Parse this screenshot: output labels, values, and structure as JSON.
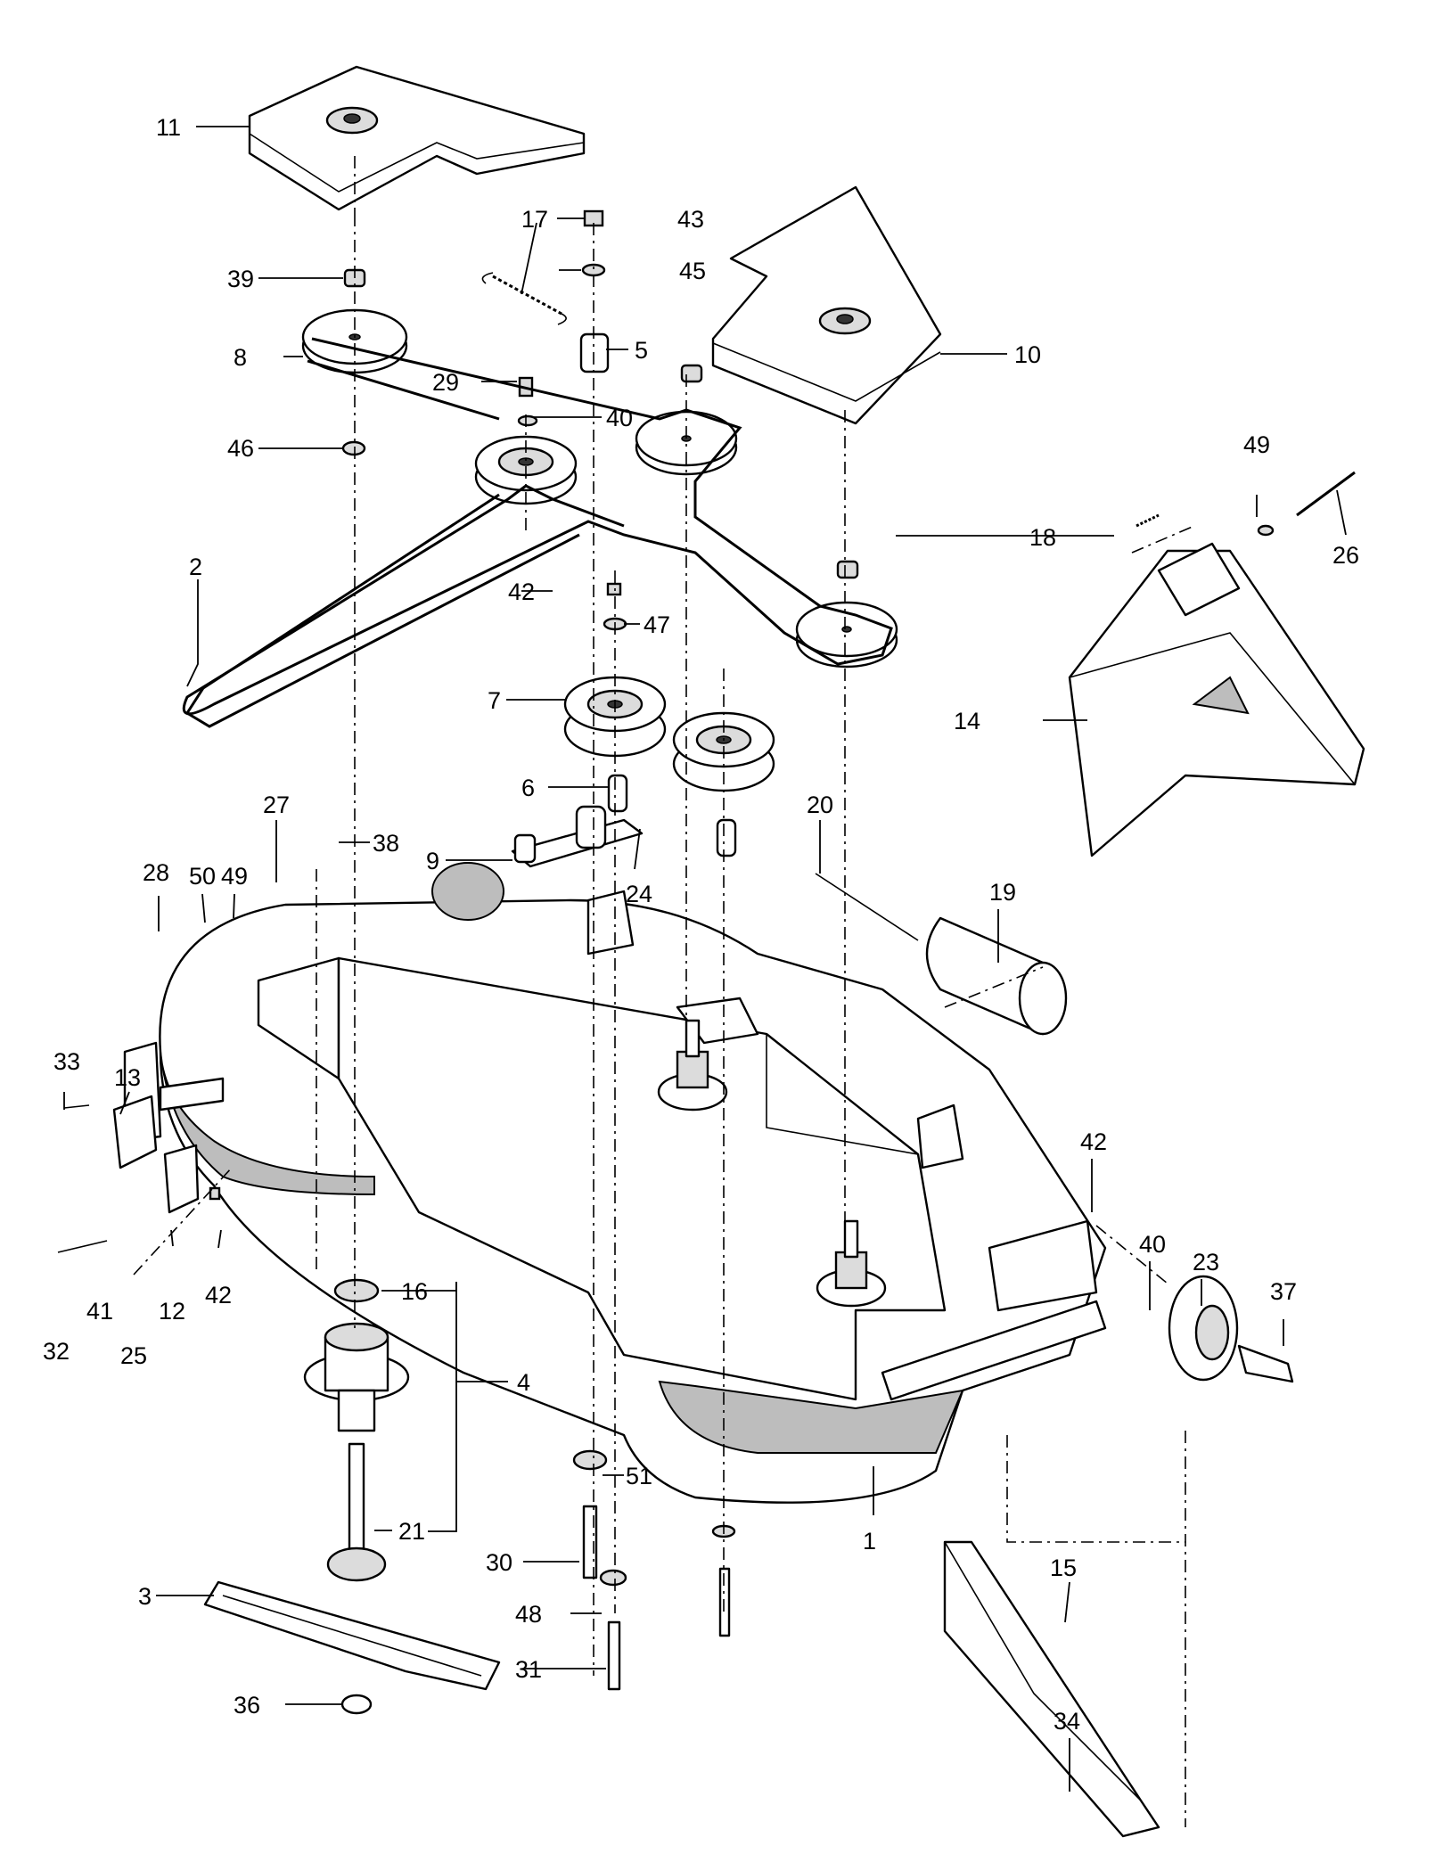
{
  "callouts": [
    {
      "id": "1",
      "text": "1"
    },
    {
      "id": "2",
      "text": "2"
    },
    {
      "id": "3",
      "text": "3"
    },
    {
      "id": "4",
      "text": "4"
    },
    {
      "id": "5",
      "text": "5"
    },
    {
      "id": "6",
      "text": "6"
    },
    {
      "id": "7",
      "text": "7"
    },
    {
      "id": "8",
      "text": "8"
    },
    {
      "id": "9",
      "text": "9"
    },
    {
      "id": "10",
      "text": "10"
    },
    {
      "id": "11",
      "text": "11"
    },
    {
      "id": "12",
      "text": "12"
    },
    {
      "id": "13",
      "text": "13"
    },
    {
      "id": "14",
      "text": "14"
    },
    {
      "id": "15",
      "text": "15"
    },
    {
      "id": "16",
      "text": "16"
    },
    {
      "id": "17",
      "text": "17"
    },
    {
      "id": "18",
      "text": "18"
    },
    {
      "id": "19",
      "text": "19"
    },
    {
      "id": "20",
      "text": "20"
    },
    {
      "id": "21",
      "text": "21"
    },
    {
      "id": "23",
      "text": "23"
    },
    {
      "id": "24",
      "text": "24"
    },
    {
      "id": "25",
      "text": "25"
    },
    {
      "id": "26",
      "text": "26"
    },
    {
      "id": "27",
      "text": "27"
    },
    {
      "id": "28",
      "text": "28"
    },
    {
      "id": "29",
      "text": "29"
    },
    {
      "id": "30",
      "text": "30"
    },
    {
      "id": "31",
      "text": "31"
    },
    {
      "id": "32",
      "text": "32"
    },
    {
      "id": "33",
      "text": "33"
    },
    {
      "id": "34",
      "text": "34"
    },
    {
      "id": "36",
      "text": "36"
    },
    {
      "id": "37",
      "text": "37"
    },
    {
      "id": "38",
      "text": "38"
    },
    {
      "id": "39",
      "text": "39"
    },
    {
      "id": "40a",
      "text": "40"
    },
    {
      "id": "40b",
      "text": "40"
    },
    {
      "id": "41",
      "text": "41"
    },
    {
      "id": "42a",
      "text": "42"
    },
    {
      "id": "42b",
      "text": "42"
    },
    {
      "id": "42c",
      "text": "42"
    },
    {
      "id": "42d",
      "text": "42"
    },
    {
      "id": "43",
      "text": "43"
    },
    {
      "id": "45",
      "text": "45"
    },
    {
      "id": "46",
      "text": "46"
    },
    {
      "id": "47",
      "text": "47"
    },
    {
      "id": "48",
      "text": "48"
    },
    {
      "id": "49a",
      "text": "49"
    },
    {
      "id": "49b",
      "text": "49"
    },
    {
      "id": "50",
      "text": "50"
    },
    {
      "id": "51",
      "text": "51"
    }
  ]
}
